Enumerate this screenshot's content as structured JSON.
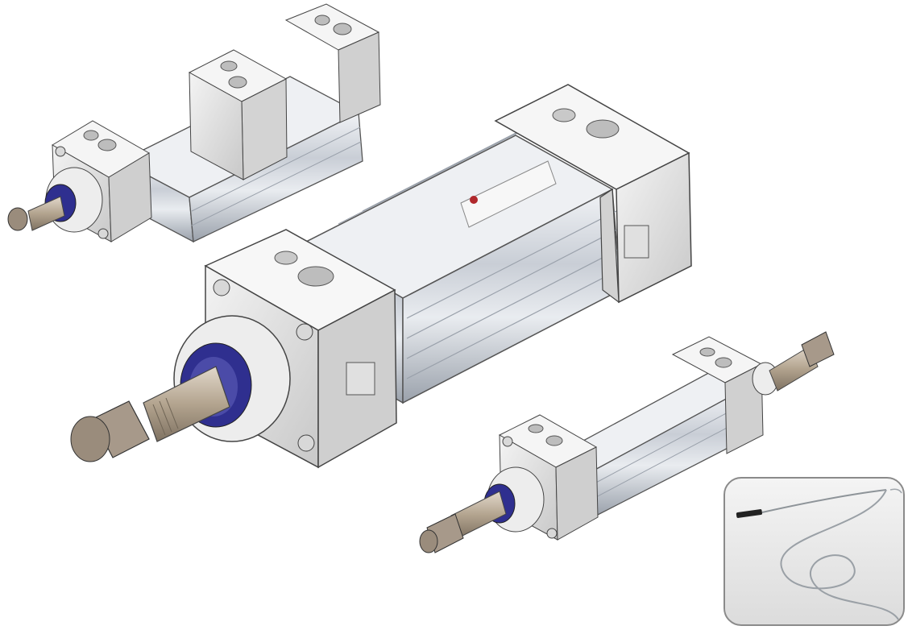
{
  "scene": {
    "description_free": true,
    "colors": {
      "background": "#ffffff",
      "body_silver": "#d9dde3",
      "body_shadow": "#9aa1ab",
      "endcap": "#e6e6e6",
      "seal_blue": "#2f2f8f",
      "rod_metal": "#b9ab98",
      "inset_border": "#8a8a8a"
    },
    "objects": [
      {
        "name": "cylinder-top-left",
        "icon": "pneumatic-cylinder-icon"
      },
      {
        "name": "cylinder-center-large",
        "icon": "pneumatic-cylinder-icon"
      },
      {
        "name": "cylinder-bottom-right",
        "icon": "pneumatic-cylinder-icon"
      },
      {
        "name": "sensor-inset",
        "icon": "reed-switch-sensor-icon"
      }
    ]
  }
}
